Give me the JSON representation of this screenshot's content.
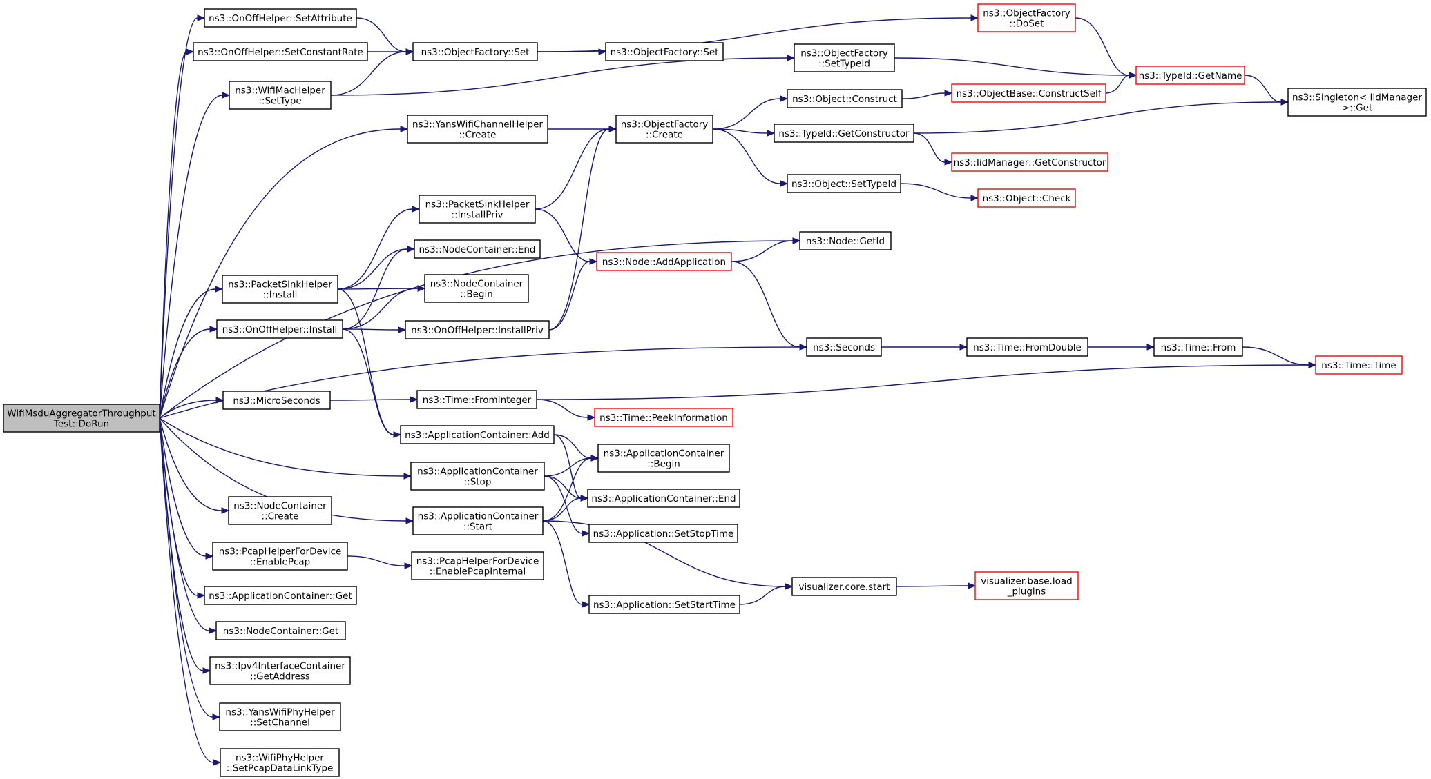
{
  "nodes": [
    {
      "id": "root",
      "lines": [
        "WifiMsduAggregatorThroughput",
        "Test::DoRun"
      ],
      "style": "root"
    },
    {
      "id": "onoff_setattr",
      "lines": [
        "ns3::OnOffHelper::SetAttribute"
      ],
      "style": "normal"
    },
    {
      "id": "onoff_setcr",
      "lines": [
        "ns3::OnOffHelper::SetConstantRate"
      ],
      "style": "normal"
    },
    {
      "id": "wifimac_settype",
      "lines": [
        "ns3::WifiMacHelper",
        "::SetType"
      ],
      "style": "normal"
    },
    {
      "id": "yans_channel_create",
      "lines": [
        "ns3::YansWifiChannelHelper",
        "::Create"
      ],
      "style": "normal"
    },
    {
      "id": "ps_installpriv",
      "lines": [
        "ns3::PacketSinkHelper",
        "::InstallPriv"
      ],
      "style": "normal"
    },
    {
      "id": "ps_install",
      "lines": [
        "ns3::PacketSinkHelper",
        "::Install"
      ],
      "style": "normal"
    },
    {
      "id": "onoff_install",
      "lines": [
        "ns3::OnOffHelper::Install"
      ],
      "style": "normal"
    },
    {
      "id": "microseconds",
      "lines": [
        "ns3::MicroSeconds"
      ],
      "style": "normal"
    },
    {
      "id": "nc_create",
      "lines": [
        "ns3::NodeContainer",
        "::Create"
      ],
      "style": "normal"
    },
    {
      "id": "pcap_enable",
      "lines": [
        "ns3::PcapHelperForDevice",
        "::EnablePcap"
      ],
      "style": "normal"
    },
    {
      "id": "ac_get",
      "lines": [
        "ns3::ApplicationContainer::Get"
      ],
      "style": "normal"
    },
    {
      "id": "nc_get",
      "lines": [
        "ns3::NodeContainer::Get"
      ],
      "style": "normal"
    },
    {
      "id": "ipv4_getaddr",
      "lines": [
        "ns3::Ipv4InterfaceContainer",
        "::GetAddress"
      ],
      "style": "normal"
    },
    {
      "id": "yansphy_setch",
      "lines": [
        "ns3::YansWifiPhyHelper",
        "::SetChannel"
      ],
      "style": "normal"
    },
    {
      "id": "wifiphy_setpcap",
      "lines": [
        "ns3::WifiPhyHelper",
        "::SetPcapDataLinkType"
      ],
      "style": "normal"
    },
    {
      "id": "of_set",
      "lines": [
        "ns3::ObjectFactory::Set"
      ],
      "style": "normal"
    },
    {
      "id": "of_set2",
      "lines": [
        "ns3::ObjectFactory::Set"
      ],
      "style": "normal"
    },
    {
      "id": "of_doset",
      "lines": [
        "ns3::ObjectFactory",
        "::DoSet"
      ],
      "style": "red"
    },
    {
      "id": "of_settypeid",
      "lines": [
        "ns3::ObjectFactory",
        "::SetTypeId"
      ],
      "style": "normal"
    },
    {
      "id": "typeid_getname",
      "lines": [
        "ns3::TypeId::GetName"
      ],
      "style": "red"
    },
    {
      "id": "singleton_get",
      "lines": [
        "ns3::Singleton< IidManager",
        " >::Get"
      ],
      "style": "normal"
    },
    {
      "id": "of_create",
      "lines": [
        "ns3::ObjectFactory",
        "::Create"
      ],
      "style": "normal"
    },
    {
      "id": "object_construct",
      "lines": [
        "ns3::Object::Construct"
      ],
      "style": "normal"
    },
    {
      "id": "objbase_constructself",
      "lines": [
        "ns3::ObjectBase::ConstructSelf"
      ],
      "style": "red"
    },
    {
      "id": "typeid_getctor",
      "lines": [
        "ns3::TypeId::GetConstructor"
      ],
      "style": "normal"
    },
    {
      "id": "iid_getctor",
      "lines": [
        "ns3::IidManager::GetConstructor"
      ],
      "style": "red"
    },
    {
      "id": "object_settypeid",
      "lines": [
        "ns3::Object::SetTypeId"
      ],
      "style": "normal"
    },
    {
      "id": "object_check",
      "lines": [
        "ns3::Object::Check"
      ],
      "style": "red"
    },
    {
      "id": "nc_end",
      "lines": [
        "ns3::NodeContainer::End"
      ],
      "style": "normal"
    },
    {
      "id": "nc_begin",
      "lines": [
        "ns3::NodeContainer",
        "::Begin"
      ],
      "style": "normal"
    },
    {
      "id": "node_addapp",
      "lines": [
        "ns3::Node::AddApplication"
      ],
      "style": "red"
    },
    {
      "id": "node_getid",
      "lines": [
        "ns3::Node::GetId"
      ],
      "style": "normal"
    },
    {
      "id": "onoff_installpriv",
      "lines": [
        "ns3::OnOffHelper::InstallPriv"
      ],
      "style": "normal"
    },
    {
      "id": "seconds",
      "lines": [
        "ns3::Seconds"
      ],
      "style": "normal"
    },
    {
      "id": "time_fromdouble",
      "lines": [
        "ns3::Time::FromDouble"
      ],
      "style": "normal"
    },
    {
      "id": "time_from",
      "lines": [
        "ns3::Time::From"
      ],
      "style": "normal"
    },
    {
      "id": "time_time",
      "lines": [
        "ns3::Time::Time"
      ],
      "style": "red"
    },
    {
      "id": "time_frominteger",
      "lines": [
        "ns3::Time::FromInteger"
      ],
      "style": "normal"
    },
    {
      "id": "time_peekinfo",
      "lines": [
        "ns3::Time::PeekInformation"
      ],
      "style": "red"
    },
    {
      "id": "ac_add",
      "lines": [
        "ns3::ApplicationContainer::Add"
      ],
      "style": "normal"
    },
    {
      "id": "ac_begin",
      "lines": [
        "ns3::ApplicationContainer",
        "::Begin"
      ],
      "style": "normal"
    },
    {
      "id": "ac_stop",
      "lines": [
        "ns3::ApplicationContainer",
        "::Stop"
      ],
      "style": "normal"
    },
    {
      "id": "ac_end",
      "lines": [
        "ns3::ApplicationContainer::End"
      ],
      "style": "normal"
    },
    {
      "id": "ac_start",
      "lines": [
        "ns3::ApplicationContainer",
        "::Start"
      ],
      "style": "normal"
    },
    {
      "id": "app_setstop",
      "lines": [
        "ns3::Application::SetStopTime"
      ],
      "style": "normal"
    },
    {
      "id": "pcap_enableinternal",
      "lines": [
        "ns3::PcapHelperForDevice",
        "::EnablePcapInternal"
      ],
      "style": "normal"
    },
    {
      "id": "vis_core_start",
      "lines": [
        "visualizer.core.start"
      ],
      "style": "normal"
    },
    {
      "id": "vis_load_plugins",
      "lines": [
        "visualizer.base.load",
        "_plugins"
      ],
      "style": "red"
    },
    {
      "id": "app_setstart",
      "lines": [
        "ns3::Application::SetStartTime"
      ],
      "style": "normal"
    }
  ],
  "edges": [
    [
      "root",
      "onoff_setattr"
    ],
    [
      "root",
      "onoff_setcr"
    ],
    [
      "root",
      "wifimac_settype"
    ],
    [
      "root",
      "yans_channel_create"
    ],
    [
      "root",
      "node_getid"
    ],
    [
      "root",
      "ps_install"
    ],
    [
      "root",
      "onoff_install"
    ],
    [
      "root",
      "seconds"
    ],
    [
      "root",
      "microseconds"
    ],
    [
      "root",
      "ac_stop"
    ],
    [
      "root",
      "ac_start"
    ],
    [
      "root",
      "nc_create"
    ],
    [
      "root",
      "pcap_enable"
    ],
    [
      "root",
      "ac_get"
    ],
    [
      "root",
      "nc_get"
    ],
    [
      "root",
      "ipv4_getaddr"
    ],
    [
      "root",
      "yansphy_setch"
    ],
    [
      "root",
      "wifiphy_setpcap"
    ],
    [
      "onoff_setattr",
      "of_set"
    ],
    [
      "onoff_setcr",
      "of_set"
    ],
    [
      "wifimac_settype",
      "of_set"
    ],
    [
      "wifimac_settype",
      "of_settypeid"
    ],
    [
      "of_set",
      "of_doset"
    ],
    [
      "of_set",
      "of_set2"
    ],
    [
      "of_doset",
      "typeid_getname"
    ],
    [
      "of_settypeid",
      "typeid_getname"
    ],
    [
      "typeid_getname",
      "singleton_get"
    ],
    [
      "yans_channel_create",
      "of_create"
    ],
    [
      "of_create",
      "object_construct"
    ],
    [
      "of_create",
      "typeid_getctor"
    ],
    [
      "of_create",
      "object_settypeid"
    ],
    [
      "object_construct",
      "objbase_constructself"
    ],
    [
      "objbase_constructself",
      "typeid_getname"
    ],
    [
      "typeid_getctor",
      "singleton_get"
    ],
    [
      "typeid_getctor",
      "iid_getctor"
    ],
    [
      "object_settypeid",
      "object_check"
    ],
    [
      "ps_installpriv",
      "of_create"
    ],
    [
      "ps_installpriv",
      "node_addapp"
    ],
    [
      "ps_install",
      "ps_installpriv"
    ],
    [
      "ps_install",
      "nc_end"
    ],
    [
      "ps_install",
      "nc_begin"
    ],
    [
      "ps_install",
      "ac_add"
    ],
    [
      "onoff_install",
      "nc_end"
    ],
    [
      "onoff_install",
      "nc_begin"
    ],
    [
      "onoff_install",
      "onoff_installpriv"
    ],
    [
      "onoff_install",
      "ac_add"
    ],
    [
      "onoff_installpriv",
      "of_create"
    ],
    [
      "onoff_installpriv",
      "node_addapp"
    ],
    [
      "node_addapp",
      "node_getid"
    ],
    [
      "node_addapp",
      "seconds"
    ],
    [
      "seconds",
      "time_fromdouble"
    ],
    [
      "time_fromdouble",
      "time_from"
    ],
    [
      "time_from",
      "time_time"
    ],
    [
      "microseconds",
      "time_frominteger"
    ],
    [
      "time_frominteger",
      "time_time"
    ],
    [
      "time_frominteger",
      "time_peekinfo"
    ],
    [
      "ac_add",
      "ac_begin"
    ],
    [
      "ac_add",
      "ac_end"
    ],
    [
      "ac_stop",
      "ac_begin"
    ],
    [
      "ac_stop",
      "ac_end"
    ],
    [
      "ac_stop",
      "app_setstop"
    ],
    [
      "ac_start",
      "ac_begin"
    ],
    [
      "ac_start",
      "ac_end"
    ],
    [
      "ac_start",
      "vis_core_start"
    ],
    [
      "ac_start",
      "app_setstart"
    ],
    [
      "app_setstart",
      "vis_core_start"
    ],
    [
      "vis_core_start",
      "vis_load_plugins"
    ],
    [
      "pcap_enable",
      "pcap_enableinternal"
    ]
  ],
  "colors": {
    "edge": "#191970",
    "node_border": "#000000",
    "node_border_highlight": "#ff0000",
    "root_fill": "#bfbfbf"
  }
}
